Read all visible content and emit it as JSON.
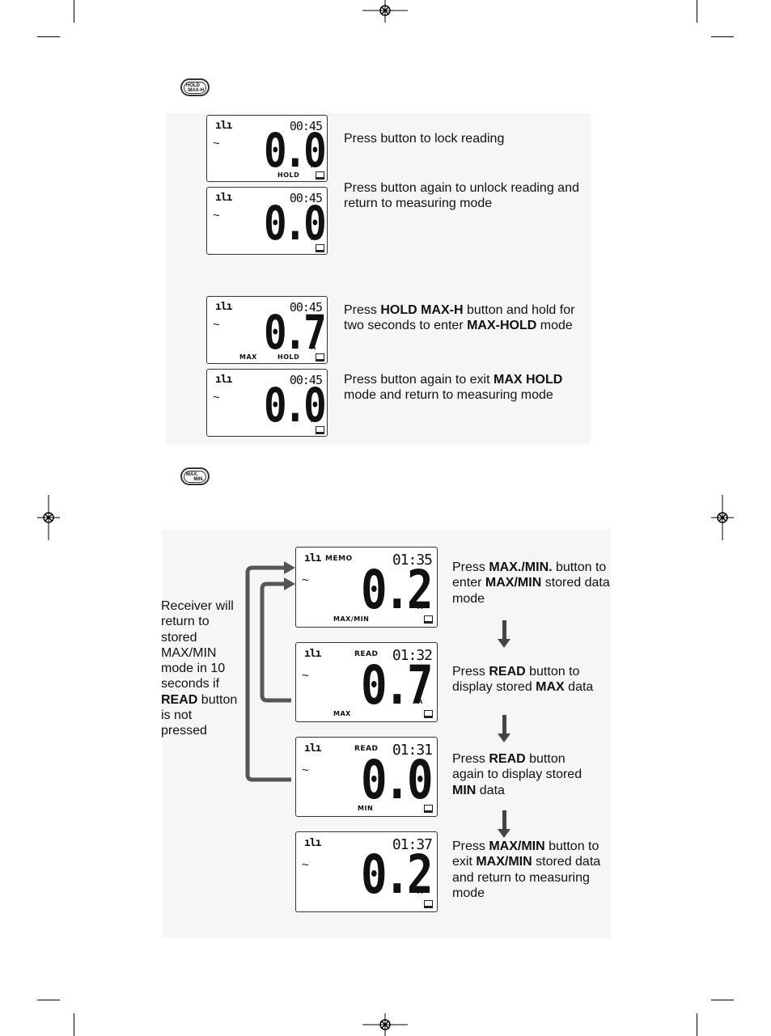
{
  "hold_section": {
    "button_icon": {
      "line1": "HOLD",
      "line2": "MAX-H"
    },
    "screens": [
      {
        "signal": "ılı",
        "time": "00:45",
        "ac": "~",
        "reading": "0.0",
        "unit": "A",
        "tags": [
          "HOLD"
        ]
      },
      {
        "signal": "ılı",
        "time": "00:45",
        "ac": "~",
        "reading": "0.0",
        "unit": "A",
        "tags": []
      },
      {
        "signal": "ılı",
        "time": "00:45",
        "ac": "~",
        "reading": "0.7",
        "unit": "A",
        "tags": [
          "MAX",
          "HOLD"
        ]
      },
      {
        "signal": "ılı",
        "time": "00:45",
        "ac": "~",
        "reading": "0.0",
        "unit": "A",
        "tags": []
      }
    ],
    "descriptions": [
      {
        "segments": [
          {
            "t": "Press button to lock reading"
          }
        ]
      },
      {
        "segments": [
          {
            "t": "Press button again to unlock reading and return to measuring mode"
          }
        ]
      },
      {
        "segments": [
          {
            "t": "Press "
          },
          {
            "t": "HOLD MAX-H",
            "b": true
          },
          {
            "t": " button and hold for two seconds to enter "
          },
          {
            "t": "MAX-HOLD",
            "b": true
          },
          {
            "t": " mode"
          }
        ]
      },
      {
        "segments": [
          {
            "t": "Press button again to exit "
          },
          {
            "t": "MAX HOLD",
            "b": true
          },
          {
            "t": " mode and return to measuring mode"
          }
        ]
      }
    ]
  },
  "maxmin_section": {
    "button_icon": {
      "line1": "MAX.",
      "line2": "MIN."
    },
    "side_note": {
      "segments": [
        {
          "t": "Receiver will return to stored MAX/MIN mode in 10 seconds if "
        },
        {
          "t": "READ",
          "b": true
        },
        {
          "t": " button is not pressed"
        }
      ]
    },
    "screens": [
      {
        "signal": "ılı",
        "label": "MEMO",
        "time": "01:35",
        "ac": "~",
        "reading": "0.2",
        "unit": "A",
        "tags": [
          "MAX/MIN"
        ]
      },
      {
        "signal": "ılı",
        "label": "READ",
        "time": "01:32",
        "ac": "~",
        "reading": "0.7",
        "unit": "A",
        "tags": [
          "MAX"
        ]
      },
      {
        "signal": "ılı",
        "label": "READ",
        "time": "01:31",
        "ac": "~",
        "reading": "0.0",
        "unit": "A",
        "tags": [
          "MIN"
        ]
      },
      {
        "signal": "ılı",
        "label": "",
        "time": "01:37",
        "ac": "~",
        "reading": "0.2",
        "unit": "A",
        "tags": []
      }
    ],
    "descriptions": [
      {
        "segments": [
          {
            "t": "Press "
          },
          {
            "t": "MAX./MIN.",
            "b": true
          },
          {
            "t": " button to enter "
          },
          {
            "t": "MAX/MIN",
            "b": true
          },
          {
            "t": " stored data mode"
          }
        ]
      },
      {
        "segments": [
          {
            "t": "Press "
          },
          {
            "t": "READ",
            "b": true
          },
          {
            "t": " button to display stored "
          },
          {
            "t": "MAX",
            "b": true
          },
          {
            "t": " data"
          }
        ]
      },
      {
        "segments": [
          {
            "t": "Press "
          },
          {
            "t": "READ",
            "b": true
          },
          {
            "t": " button again to display stored "
          },
          {
            "t": "MIN",
            "b": true
          },
          {
            "t": " data"
          }
        ]
      },
      {
        "segments": [
          {
            "t": "Press "
          },
          {
            "t": "MAX/MIN",
            "b": true
          },
          {
            "t": " button to exit "
          },
          {
            "t": "MAX/MIN",
            "b": true
          },
          {
            "t": " stored data and return to measuring mode"
          }
        ]
      }
    ]
  }
}
